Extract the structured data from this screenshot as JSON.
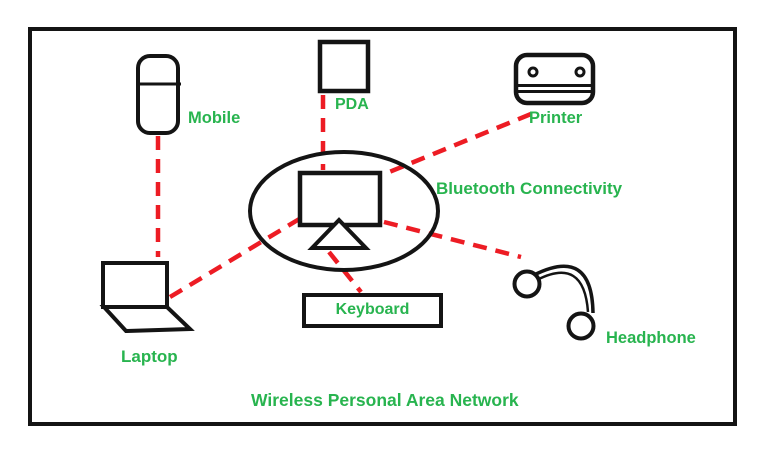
{
  "diagram": {
    "title": "Wireless Personal Area Network",
    "center_label": "Bluetooth Connectivity",
    "hub": {
      "name": "computer",
      "shape": "desktop-monitor inside ellipse"
    },
    "nodes": {
      "mobile": {
        "label": "Mobile"
      },
      "pda": {
        "label": "PDA"
      },
      "printer": {
        "label": "Printer"
      },
      "laptop": {
        "label": "Laptop"
      },
      "keyboard": {
        "label": "Keyboard"
      },
      "headphone": {
        "label": "Headphone"
      }
    },
    "connections": [
      {
        "from": "mobile",
        "to": "laptop",
        "style": "red-dashed"
      },
      {
        "from": "pda",
        "to": "computer",
        "style": "red-dashed"
      },
      {
        "from": "printer",
        "to": "computer",
        "style": "red-dashed"
      },
      {
        "from": "laptop",
        "to": "computer",
        "style": "red-dashed"
      },
      {
        "from": "keyboard",
        "to": "computer",
        "style": "red-dashed"
      },
      {
        "from": "headphone",
        "to": "computer",
        "style": "red-dashed"
      }
    ],
    "colors": {
      "label_green": "#28B44F",
      "connection_red": "#ED1C24",
      "outline_black": "#141414"
    }
  }
}
